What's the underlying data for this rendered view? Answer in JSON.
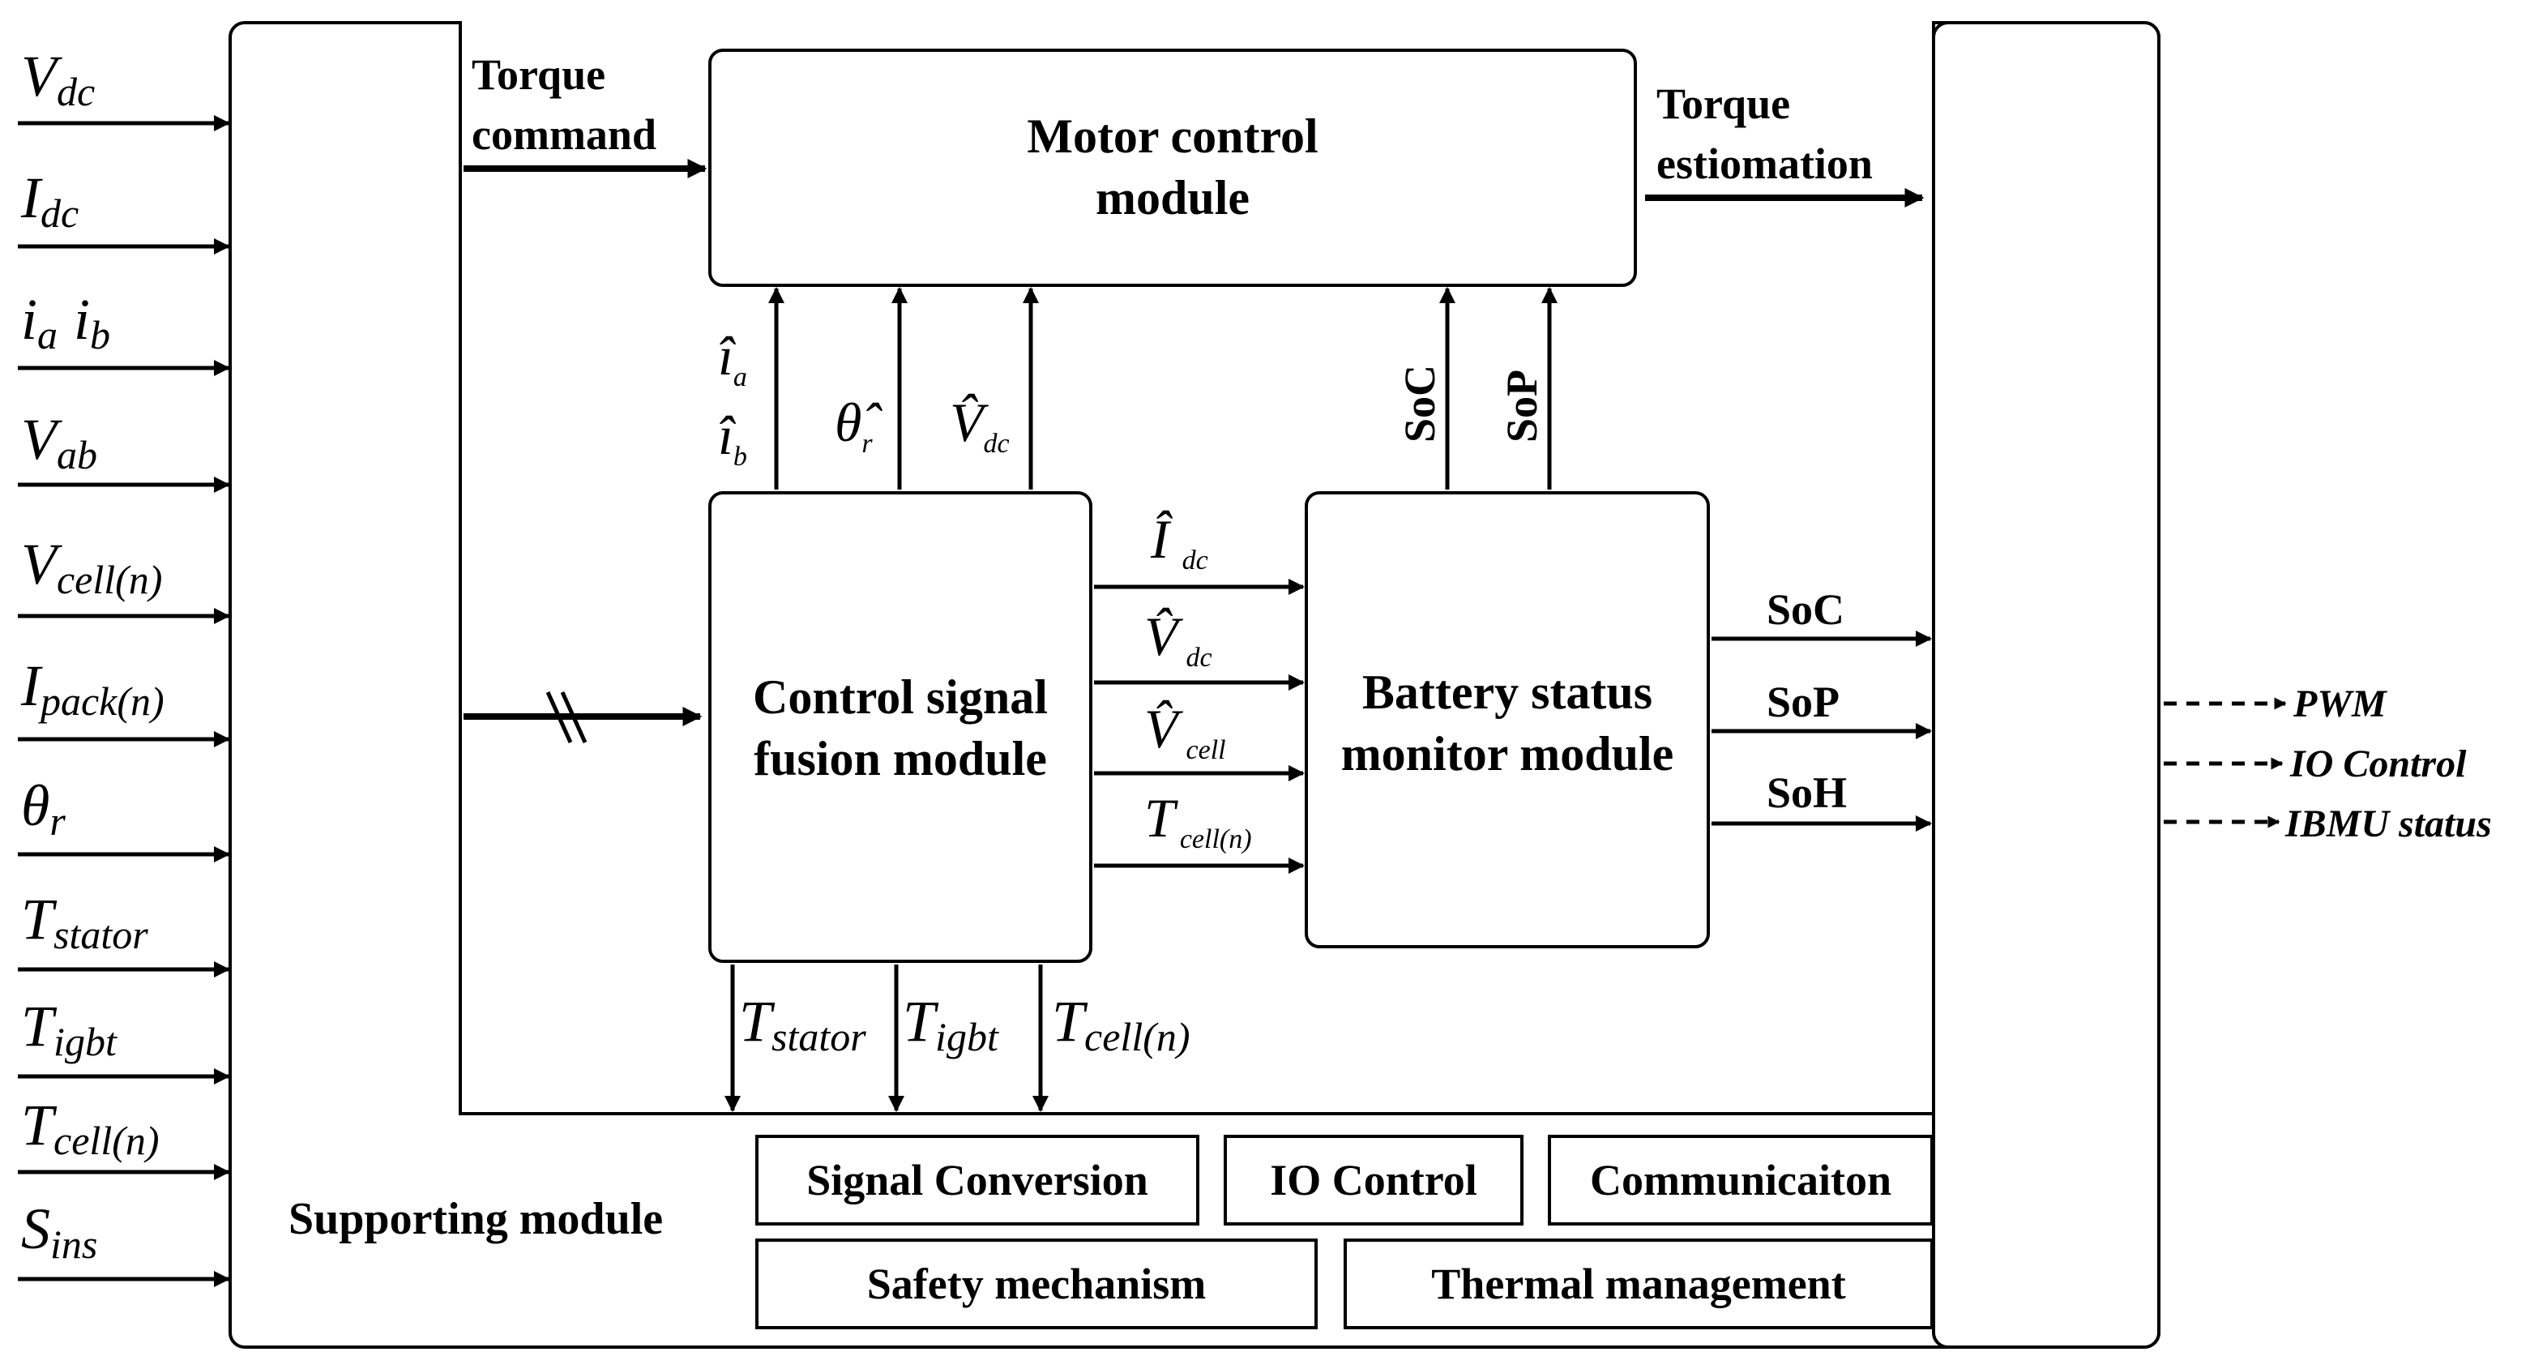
{
  "inputs": [
    {
      "main": "V",
      "sub": "dc"
    },
    {
      "main": "I",
      "sub": "dc"
    },
    {
      "main": "i",
      "sub": "a",
      "main2": "i",
      "sub2": "b"
    },
    {
      "main": "V",
      "sub": "ab"
    },
    {
      "main": "V",
      "sub": "cell(n)"
    },
    {
      "main": "I",
      "sub": "pack(n)"
    },
    {
      "main": "θ",
      "sub": "r"
    },
    {
      "main": "T",
      "sub": "stator"
    },
    {
      "main": "T",
      "sub": "igbt"
    },
    {
      "main": "T",
      "sub": "cell(n)"
    },
    {
      "main": "S",
      "sub": "ins"
    }
  ],
  "torque_command": {
    "line1": "Torque",
    "line2": "command"
  },
  "torque_estimation": {
    "line1": "Torque",
    "line2": "estiomation"
  },
  "motor_control": {
    "line1": "Motor control",
    "line2": "module"
  },
  "fusion_module": {
    "line1": "Control signal",
    "line2": "fusion module"
  },
  "battery_module": {
    "line1": "Battery status",
    "line2": "monitor module"
  },
  "fusion_to_motor": {
    "ia": {
      "main": "î",
      "sub": "a"
    },
    "ib": {
      "main": "î",
      "sub": "b"
    },
    "theta": {
      "main": "θ̂",
      "sub": "r"
    },
    "vdc": {
      "main": "V̂",
      "sub": "dc"
    }
  },
  "battery_to_motor": [
    "SoC",
    "SoP"
  ],
  "fusion_to_battery": [
    {
      "main": "Î",
      "sub": "dc"
    },
    {
      "main": "V̂",
      "sub": "dc"
    },
    {
      "main": "V̂",
      "sub": "cell"
    },
    {
      "main": "T",
      "sub": "cell(n)"
    }
  ],
  "battery_outputs": [
    "SoC",
    "SoP",
    "SoH"
  ],
  "fusion_outputs_down": [
    {
      "main": "T",
      "sub": "stator"
    },
    {
      "main": "T",
      "sub": "igbt"
    },
    {
      "main": "T",
      "sub": "cell(n)"
    }
  ],
  "supporting": {
    "label": "Supporting module",
    "boxes": [
      "Signal Conversion",
      "IO Control",
      "Communicaiton",
      "Safety mechanism",
      "Thermal management"
    ]
  },
  "right_outputs": [
    "PWM",
    "IO Control",
    "IBMU status"
  ]
}
